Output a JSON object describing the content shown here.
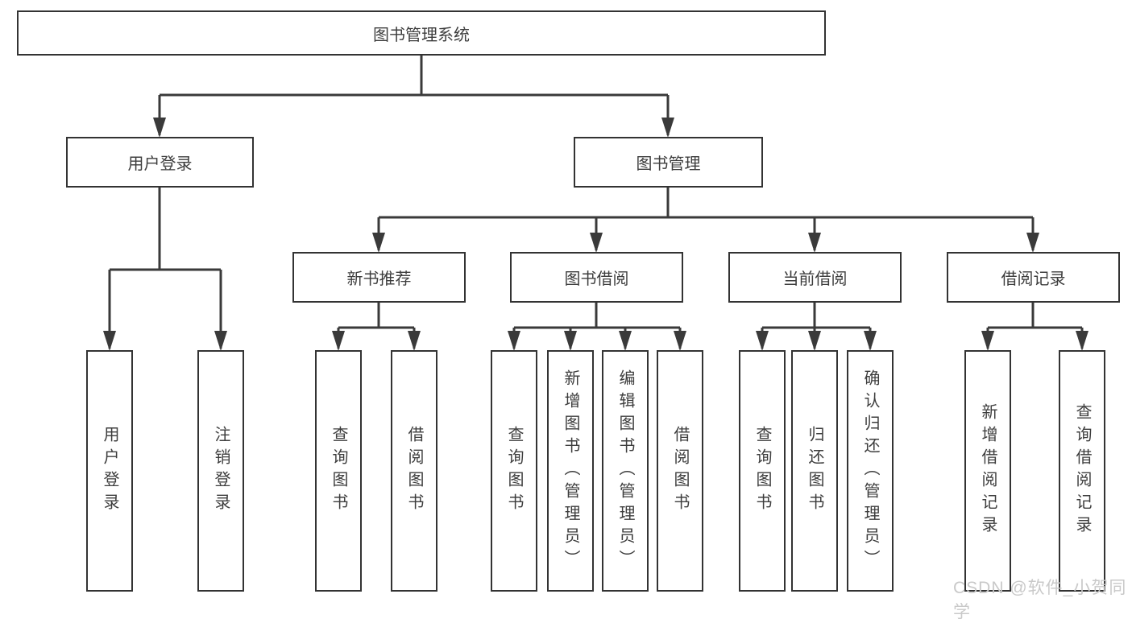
{
  "colors": {
    "line": "#3a3a3a",
    "box-border": "#333333",
    "text": "#3d3d3d",
    "watermark": "#c9c9c9"
  },
  "diagram": {
    "root": "图书管理系统",
    "branches": [
      {
        "label": "用户登录",
        "leaves": [
          "用户登录",
          "注销登录"
        ]
      },
      {
        "label": "图书管理",
        "sections": [
          {
            "label": "新书推荐",
            "leaves": [
              "查询图书",
              "借阅图书"
            ]
          },
          {
            "label": "图书借阅",
            "leaves": [
              "查询图书",
              "新增图书（管理员）",
              "编辑图书（管理员）",
              "借阅图书"
            ]
          },
          {
            "label": "当前借阅",
            "leaves": [
              "查询图书",
              "归还图书",
              "确认归还（管理员）"
            ]
          },
          {
            "label": "借阅记录",
            "leaves": [
              "新增借阅记录",
              "查询借阅记录"
            ]
          }
        ]
      }
    ]
  },
  "watermark": "CSDN @软件_小贺同学"
}
